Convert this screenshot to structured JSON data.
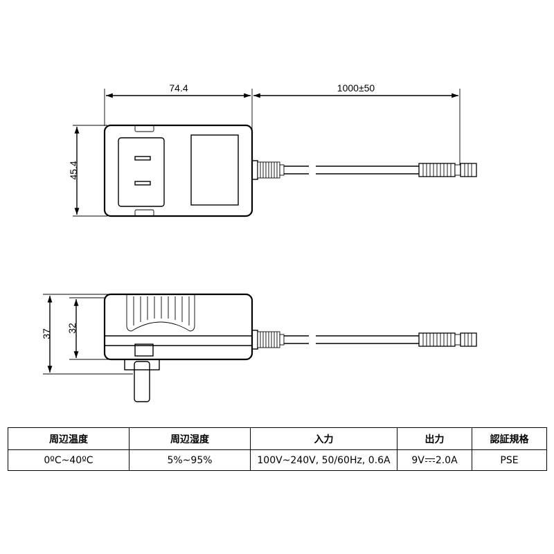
{
  "dimensions": {
    "width": "74.4",
    "cable_length": "1000±50",
    "depth": "45.4",
    "total_height": "37",
    "body_height": "32"
  },
  "spec_table": {
    "headers": [
      "周辺温度",
      "周辺湿度",
      "入力",
      "出力",
      "認証規格"
    ],
    "values": {
      "temperature": "0ºC~40ºC",
      "humidity": "5%~95%",
      "input": "100V~240V, 50/60Hz, 0.6A",
      "output_voltage": "9V",
      "output_current": "2.0A",
      "certification": "PSE"
    }
  }
}
